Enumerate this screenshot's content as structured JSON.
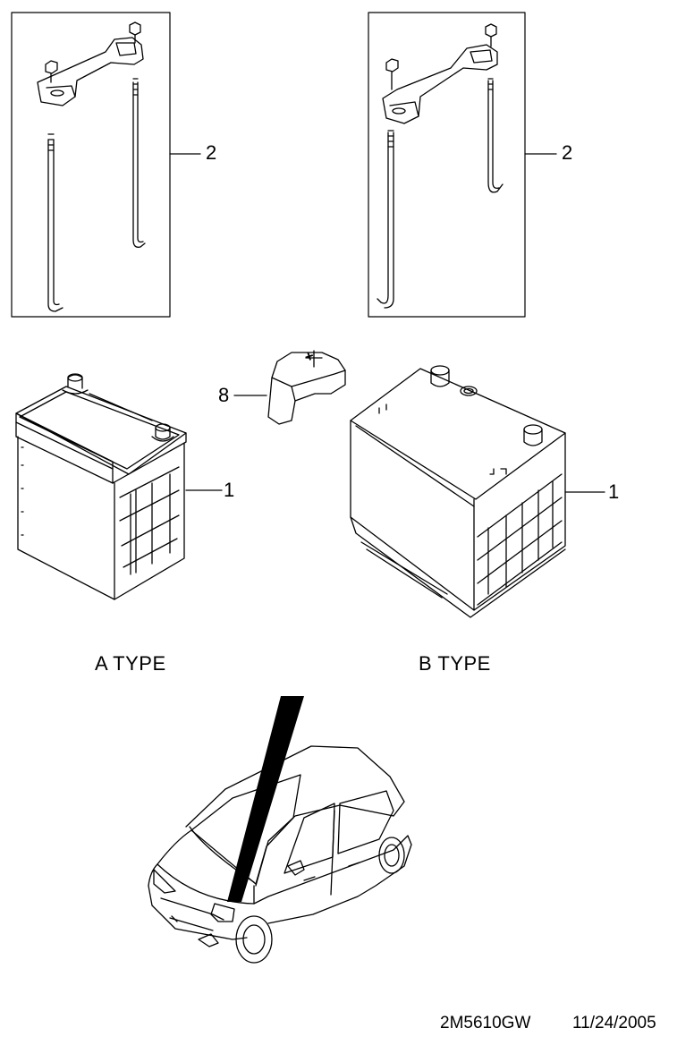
{
  "callouts": {
    "bracket_a": "2",
    "bracket_b": "2",
    "battery_a": "1",
    "battery_b": "1",
    "terminal_cover": "8"
  },
  "labels": {
    "type_a": "A TYPE",
    "type_b": "B TYPE"
  },
  "terminal_cover_text": "+",
  "footer": {
    "drawing_code": "2M5610GW",
    "date": "11/24/2005"
  }
}
